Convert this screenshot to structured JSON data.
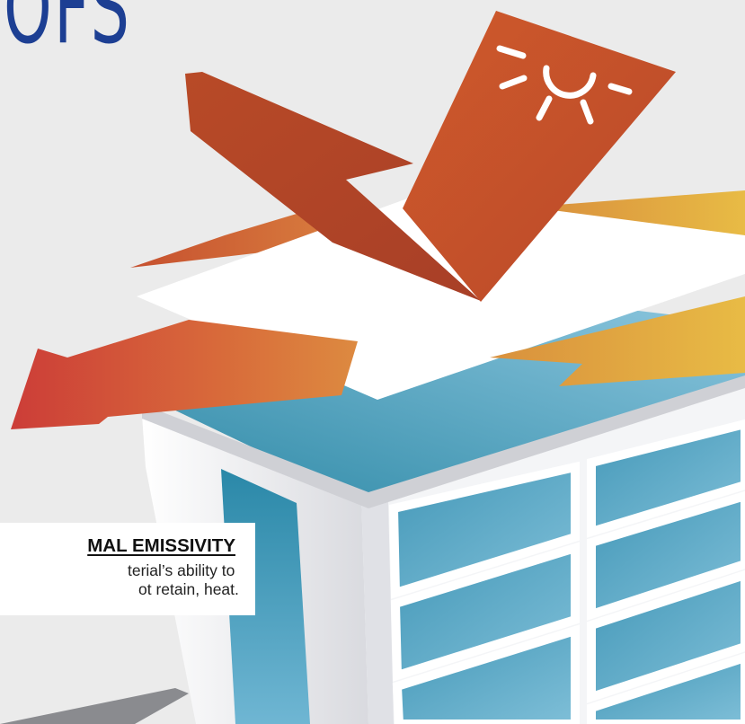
{
  "title_fragment": "OFS",
  "callout": {
    "heading": "MAL EMISSIVITY",
    "body_line_1": "terial’s ability to",
    "body_line_2": "ot retain, heat."
  },
  "colors": {
    "title_blue": "#1d3f93",
    "background": "#ebebeb",
    "sun_arrow_orange": "#c9552a",
    "reflected_arrow_yellow": "#e3b441",
    "emitted_arrow_red": "#cc3d38",
    "glass_blue": "#4fa3c4",
    "roof_white": "#ffffff"
  },
  "icons": [
    "sun-icon"
  ]
}
